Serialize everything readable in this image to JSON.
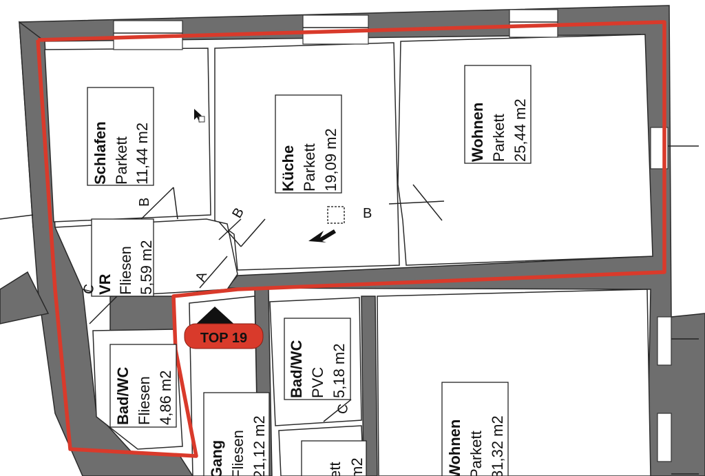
{
  "rooms": [
    {
      "id": "schlafen",
      "name": "Schlafen",
      "material": "Parkett",
      "area": "11,44 m2"
    },
    {
      "id": "kueche",
      "name": "Küche",
      "material": "Parkett",
      "area": "19,09 m2"
    },
    {
      "id": "wohnen1",
      "name": "Wohnen",
      "material": "Parkett",
      "area": "25,44 m2"
    },
    {
      "id": "vr",
      "name": "VR",
      "material": "Fliesen",
      "area": "5,59 m2"
    },
    {
      "id": "badwc1",
      "name": "Bad/WC",
      "material": "Fliesen",
      "area": "4,86 m2"
    },
    {
      "id": "badwc2",
      "name": "Bad/WC",
      "material": "PVC",
      "area": "5,18 m2"
    },
    {
      "id": "gang",
      "name": "Gang",
      "material": "Fliesen",
      "area": "21,12 m2"
    },
    {
      "id": "wohnen2",
      "name": "Wohnen",
      "material": "Parkett",
      "area": "31,32 m2"
    },
    {
      "id": "partial",
      "name": "",
      "material": "ett",
      "area": "m2"
    }
  ],
  "door_letters": {
    "b_schlafen": "B",
    "b_kueche": "B",
    "b_wohnen": "B",
    "a_entrance": "A",
    "c_vr": "C",
    "c_bad": "C"
  },
  "unit": {
    "label": "TOP 19",
    "color": "#d93a2b"
  },
  "colors": {
    "boundary": "#d93a2b",
    "wall": "#6e6e6e"
  }
}
